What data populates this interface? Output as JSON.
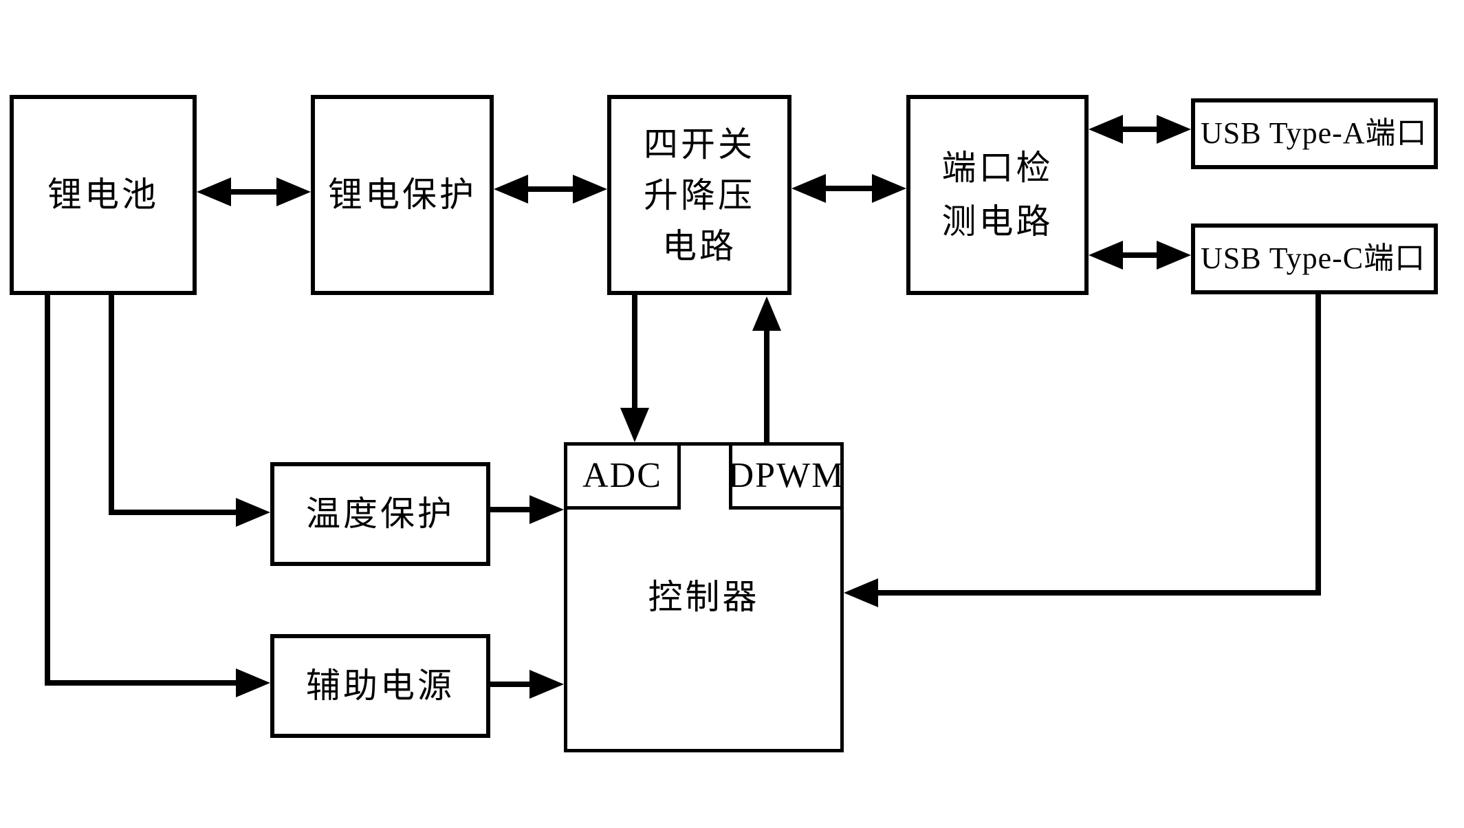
{
  "figure": {
    "background_color": "#ffffff",
    "line_color": "#000000",
    "description": "Block diagram of a lithium battery power system with four-switch buck-boost circuit, port detection and controller"
  },
  "blocks": {
    "battery": {
      "label": "锂电池"
    },
    "battery_protection": {
      "label": "锂电保护"
    },
    "buck_boost": {
      "label": "四开关\n升降压\n电路"
    },
    "port_detection": {
      "label": "端口检\n测电路"
    },
    "usb_type_a": {
      "label": "USB Type-A端口"
    },
    "usb_type_c": {
      "label": "USB Type-C端口"
    },
    "temperature_protection": {
      "label": "温度保护"
    },
    "auxiliary_power": {
      "label": "辅助电源"
    },
    "controller": {
      "label": "控制器"
    },
    "adc": {
      "label": "ADC"
    },
    "dpwm": {
      "label": "DPWM"
    }
  },
  "connections": [
    {
      "id": "battery-protection",
      "from": "battery",
      "to": "battery_protection",
      "bidirectional": true
    },
    {
      "id": "protection-buckboost",
      "from": "battery_protection",
      "to": "buck_boost",
      "bidirectional": true
    },
    {
      "id": "buckboost-portdetect",
      "from": "buck_boost",
      "to": "port_detection",
      "bidirectional": true
    },
    {
      "id": "portdetect-usba",
      "from": "port_detection",
      "to": "usb_type_a",
      "bidirectional": true
    },
    {
      "id": "portdetect-usbc",
      "from": "port_detection",
      "to": "usb_type_c",
      "bidirectional": true
    },
    {
      "id": "buckboost-adc",
      "from": "buck_boost",
      "to": "adc",
      "bidirectional": false
    },
    {
      "id": "dpwm-buckboost",
      "from": "dpwm",
      "to": "buck_boost",
      "bidirectional": false
    },
    {
      "id": "battery-temp",
      "from": "battery",
      "to": "temperature_protection",
      "bidirectional": false
    },
    {
      "id": "temp-controller",
      "from": "temperature_protection",
      "to": "controller",
      "bidirectional": false
    },
    {
      "id": "battery-aux",
      "from": "battery",
      "to": "auxiliary_power",
      "bidirectional": false
    },
    {
      "id": "aux-controller",
      "from": "auxiliary_power",
      "to": "controller",
      "bidirectional": false
    },
    {
      "id": "usbc-controller",
      "from": "usb_type_c",
      "to": "controller",
      "bidirectional": false
    }
  ]
}
